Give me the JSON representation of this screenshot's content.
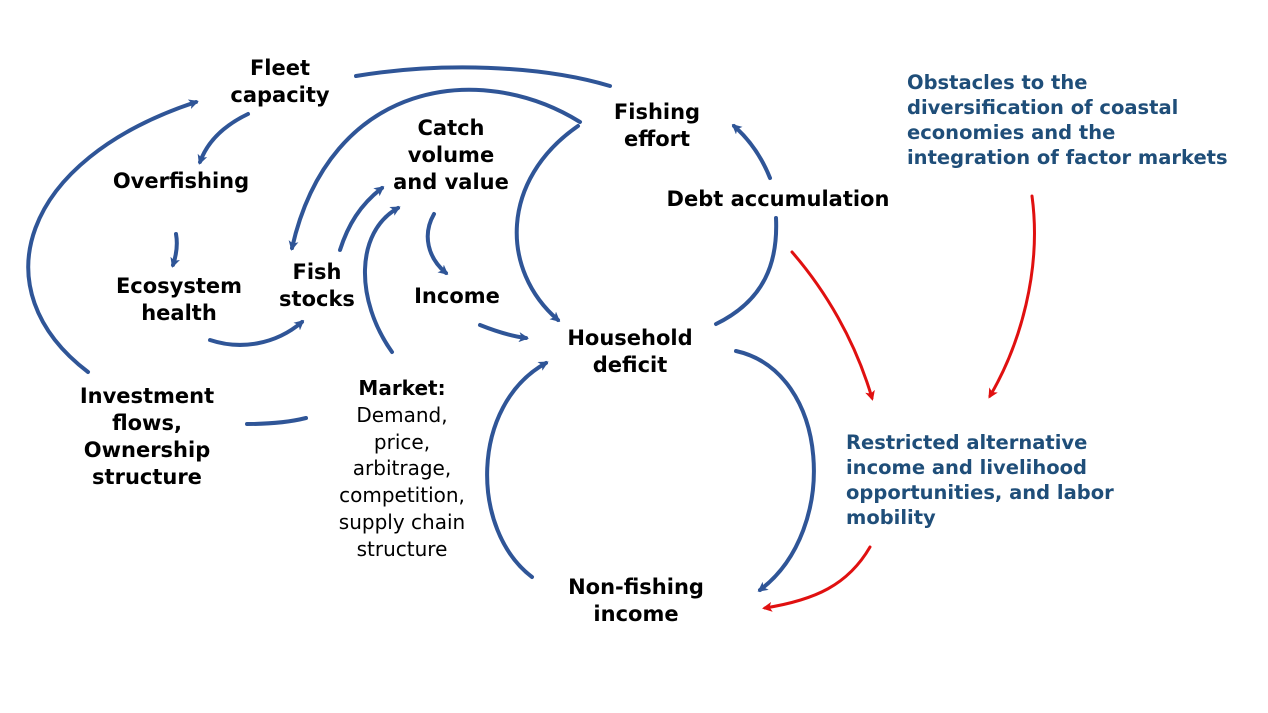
{
  "colors": {
    "arrow_blue": "#2f5597",
    "arrow_red": "#e01010",
    "note_text": "#1f4e79",
    "node_text": "#000000"
  },
  "nodes": {
    "fleet_capacity": [
      "Fleet",
      "capacity"
    ],
    "overfishing": [
      "Overfishing"
    ],
    "ecosystem_health": [
      "Ecosystem",
      "health"
    ],
    "fish_stocks": [
      "Fish",
      "stocks"
    ],
    "catch_volume_value": [
      "Catch",
      "volume",
      "and value"
    ],
    "income": [
      "Income"
    ],
    "fishing_effort": [
      "Fishing",
      "effort"
    ],
    "debt_accumulation": [
      "Debt accumulation"
    ],
    "household_deficit": [
      "Household",
      "deficit"
    ],
    "investment_flows": [
      "Investment",
      "flows,",
      "Ownership",
      "structure"
    ],
    "market": {
      "title": "Market:",
      "lines": [
        "Demand,",
        "price,",
        "arbitrage,",
        "competition,",
        "supply chain",
        "structure"
      ]
    },
    "non_fishing_income": [
      "Non-fishing",
      "income"
    ]
  },
  "notes": {
    "obstacles": [
      "Obstacles to the",
      "diversification of coastal",
      "economies and the",
      "integration of factor markets"
    ],
    "restricted": [
      "Restricted alternative",
      "income and livelihood",
      "opportunities, and labor",
      "mobility"
    ]
  }
}
